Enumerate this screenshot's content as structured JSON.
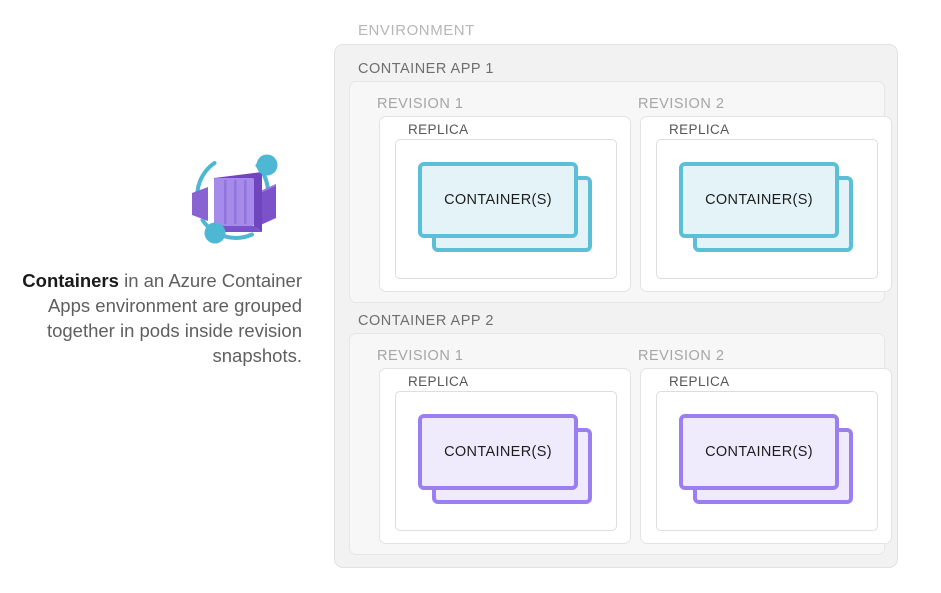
{
  "caption": {
    "bold_word": "Containers",
    "rest": " in an Azure Container Apps environment are grouped together in pods inside revision snapshots."
  },
  "logo": {
    "name": "azure-container-apps-logo",
    "box_color": "#8a63d2",
    "box_light_color": "#a78bea",
    "orbit_color": "#4db8d4"
  },
  "diagram": {
    "environment_label": "ENVIRONMENT",
    "apps": [
      {
        "label": "CONTAINER APP 1",
        "theme": "teal",
        "accent": "#5bbfd7",
        "fill": "#e4f3f8",
        "revisions": [
          {
            "label": "REVISION 1",
            "replica_label": "REPLICA",
            "container_label": "CONTAINER(S)"
          },
          {
            "label": "REVISION 2",
            "replica_label": "REPLICA",
            "container_label": "CONTAINER(S)"
          }
        ]
      },
      {
        "label": "CONTAINER APP 2",
        "theme": "purple",
        "accent": "#9b7ef0",
        "fill": "#f0ebfc",
        "revisions": [
          {
            "label": "REVISION 1",
            "replica_label": "REPLICA",
            "container_label": "CONTAINER(S)"
          },
          {
            "label": "REVISION 2",
            "replica_label": "REPLICA",
            "container_label": "CONTAINER(S)"
          }
        ]
      }
    ]
  }
}
